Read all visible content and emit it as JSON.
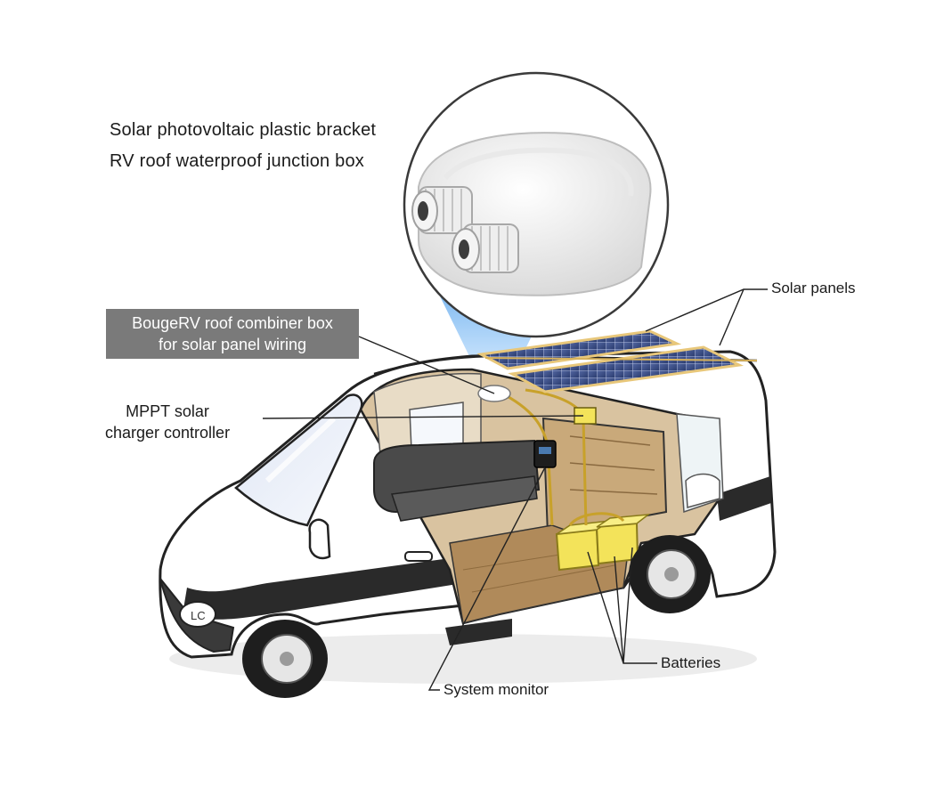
{
  "title": {
    "line1": "Solar photovoltaic plastic bracket",
    "line2": "RV roof waterproof junction box"
  },
  "callouts": {
    "combiner_box": {
      "line1": "BougeRV roof combiner box",
      "line2": "for solar panel wiring"
    },
    "mppt": {
      "line1": "MPPT solar",
      "line2": "charger controller"
    },
    "solar_panels": "Solar panels",
    "batteries": "Batteries",
    "system_monitor": "System monitor"
  },
  "colors": {
    "van_body": "#ffffff",
    "van_outline": "#222222",
    "van_stripe": "#2a2a2a",
    "windshield": "#e6ebf5",
    "interior_wood": "#c9a97a",
    "interior_floor": "#b08a5a",
    "sofa": "#4a4a4a",
    "solar_panel": "#3a4f86",
    "battery": "#f3e35a",
    "highlight_beam": "#4a9be8",
    "label_bg": "#7a7a7a"
  }
}
